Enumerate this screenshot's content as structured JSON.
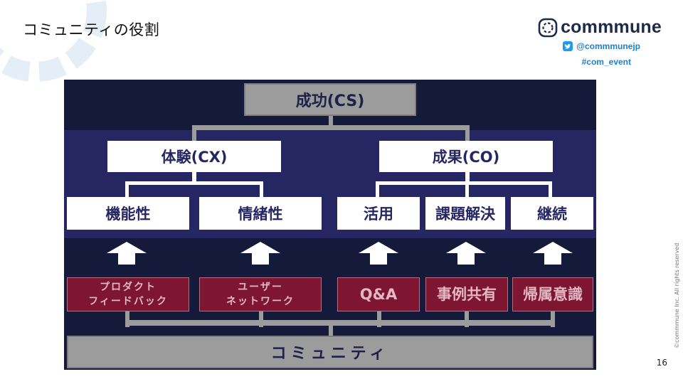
{
  "slide": {
    "title": "コミュニティの役割",
    "page_number": "16",
    "copyright": "©commmune Inc. All rights reserved"
  },
  "brand": {
    "logo_icon": "commmune-ring-logo",
    "name": "commmune",
    "twitter_icon": "twitter-icon",
    "handle": "@commmunejp",
    "hashtag": "#com_event"
  },
  "colors": {
    "top_band": "#161a3a",
    "mid_band": "#262762",
    "gray_box": "#9c9c9c",
    "red_box": "#7e1631",
    "red_box_text": "#e2b8c3",
    "white_box_text": "#262762",
    "arrow": "#ffffff"
  },
  "diagram": {
    "top": "成功(CS)",
    "pillars": [
      {
        "label": "体験(CX)",
        "children": [
          "機能性",
          "情緒性"
        ]
      },
      {
        "label": "成果(CO)",
        "children": [
          "活用",
          "課題解決",
          "継続"
        ]
      }
    ],
    "arrow_icon": "up-arrow-icon",
    "community_features": [
      "プロダクト\nフィードバック",
      "ユーザー\nネットワーク",
      "Q&A",
      "事例共有",
      "帰属意識"
    ],
    "base": "コミュニティ"
  }
}
